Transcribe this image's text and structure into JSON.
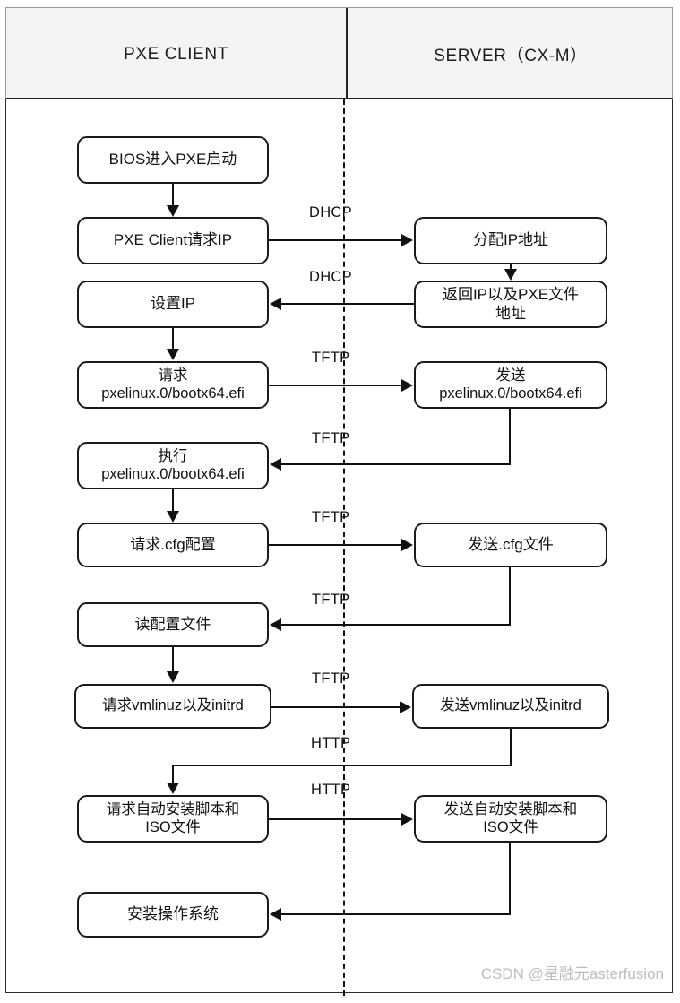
{
  "diagram": {
    "title": "PXE boot sequence between PXE client and server",
    "columns": [
      {
        "id": "client",
        "label": "PXE CLIENT"
      },
      {
        "id": "server",
        "label": "SERVER（CX-M）"
      }
    ],
    "client_nodes": [
      {
        "id": "bios",
        "label": "BIOS进入PXE启动"
      },
      {
        "id": "request-ip",
        "label": "PXE Client请求IP"
      },
      {
        "id": "set-ip",
        "label": "设置IP"
      },
      {
        "id": "request-boot",
        "label": "请求\npxelinux.0/bootx64.efi"
      },
      {
        "id": "exec-boot",
        "label": "执行\npxelinux.0/bootx64.efi"
      },
      {
        "id": "request-cfg",
        "label": "请求.cfg配置"
      },
      {
        "id": "read-cfg",
        "label": "读配置文件"
      },
      {
        "id": "request-vmlinuz",
        "label": "请求vmlinuz以及initrd"
      },
      {
        "id": "request-ks",
        "label": "请求自动安装脚本和\nISO文件"
      },
      {
        "id": "install-os",
        "label": "安装操作系统"
      }
    ],
    "server_nodes": [
      {
        "id": "alloc-ip",
        "label": "分配IP地址"
      },
      {
        "id": "return-ip",
        "label": "返回IP以及PXE文件\n地址"
      },
      {
        "id": "send-boot",
        "label": "发送\npxelinux.0/bootx64.efi"
      },
      {
        "id": "send-cfg",
        "label": "发送.cfg文件"
      },
      {
        "id": "send-vmlinuz",
        "label": "发送vmlinuz以及initrd"
      },
      {
        "id": "send-ks",
        "label": "发送自动安装脚本和\nISO文件"
      }
    ],
    "protocol_labels": [
      {
        "id": "dhcp-1",
        "text": "DHCP"
      },
      {
        "id": "dhcp-2",
        "text": "DHCP"
      },
      {
        "id": "tftp-1",
        "text": "TFTP"
      },
      {
        "id": "tftp-2",
        "text": "TFTP"
      },
      {
        "id": "tftp-3",
        "text": "TFTP"
      },
      {
        "id": "tftp-4",
        "text": "TFTP"
      },
      {
        "id": "tftp-5",
        "text": "TFTP"
      },
      {
        "id": "http-1",
        "text": "HTTP"
      },
      {
        "id": "http-2",
        "text": "HTTP"
      }
    ],
    "watermark": "CSDN @星融元asterfusion",
    "colors": {
      "stroke": "#111111",
      "header_fill": "#f4f4f4",
      "frame_border": "#9a9a9a",
      "watermark": "#bdbdbd"
    }
  }
}
